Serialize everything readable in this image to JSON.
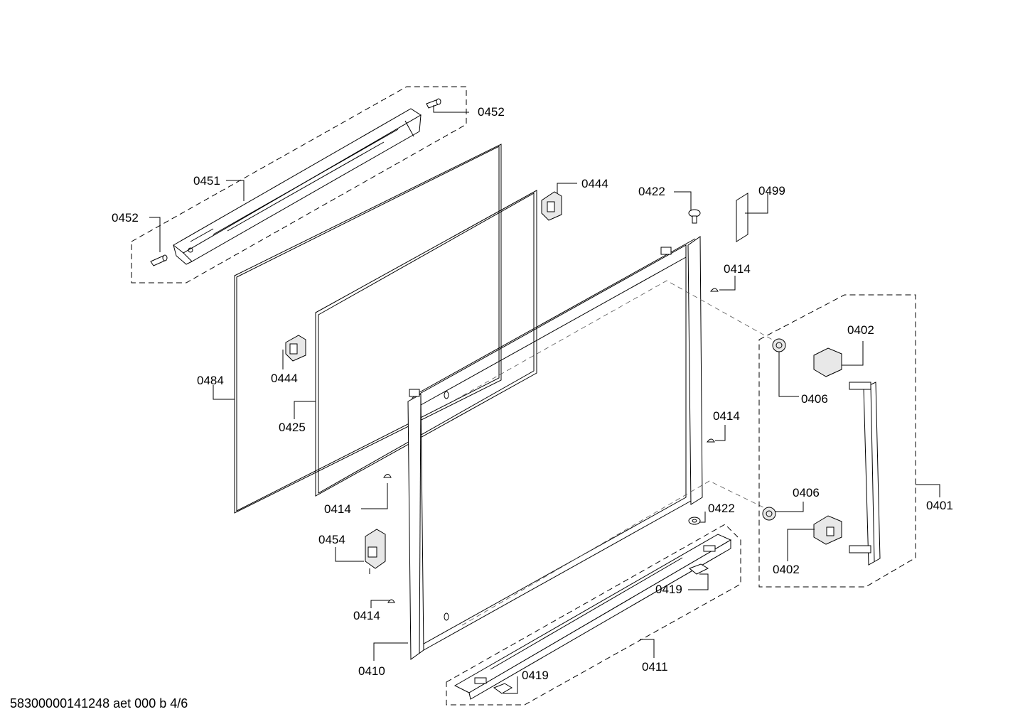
{
  "labels": {
    "p0452a": "0452",
    "p0452b": "0452",
    "p0451": "0451",
    "p0444a": "0444",
    "p0444b": "0444",
    "p0422a": "0422",
    "p0422b": "0422",
    "p0499": "0499",
    "p0414a": "0414",
    "p0414b": "0414",
    "p0414c": "0414",
    "p0414d": "0414",
    "p0402a": "0402",
    "p0402b": "0402",
    "p0406a": "0406",
    "p0406b": "0406",
    "p0484": "0484",
    "p0425": "0425",
    "p0401": "0401",
    "p0454": "0454",
    "p0419a": "0419",
    "p0419b": "0419",
    "p0410": "0410",
    "p0411": "0411"
  },
  "footer": "58300000141248 aet 000 b 4/6"
}
